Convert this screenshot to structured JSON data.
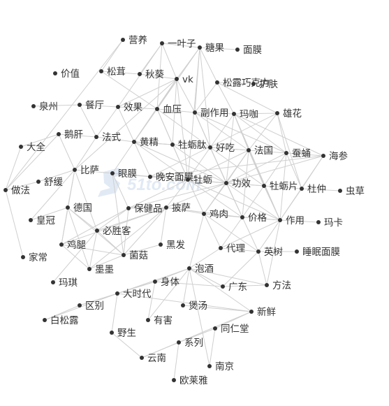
{
  "colors": {
    "edge": "#cfcfcf",
    "node": "#333333",
    "label": "#333333",
    "watermark": "#c9d9ec"
  },
  "watermark": {
    "text": "51to.com",
    "icon": "watermark-logo-icon"
  },
  "nodes": [
    {
      "id": "yingyang",
      "label": "营养"
    },
    {
      "id": "yiyezi",
      "label": "一叶子"
    },
    {
      "id": "tangguo",
      "label": "糖果"
    },
    {
      "id": "mianmo",
      "label": "面膜"
    },
    {
      "id": "jiazhi",
      "label": "价值"
    },
    {
      "id": "songrong",
      "label": "松茸"
    },
    {
      "id": "qiukui",
      "label": "秋葵"
    },
    {
      "id": "vk",
      "label": "vk"
    },
    {
      "id": "songlu",
      "label": "松露巧克力"
    },
    {
      "id": "hufu",
      "label": "护肤"
    },
    {
      "id": "quanzhou",
      "label": "泉州"
    },
    {
      "id": "canting",
      "label": "餐厅"
    },
    {
      "id": "xiaoguo",
      "label": "效果"
    },
    {
      "id": "xueya",
      "label": "血压"
    },
    {
      "id": "fuzuoyong",
      "label": "副作用"
    },
    {
      "id": "majia",
      "label": "玛咖"
    },
    {
      "id": "xionghua",
      "label": "雄花"
    },
    {
      "id": "egan",
      "label": "鹅肝"
    },
    {
      "id": "fashi",
      "label": "法式"
    },
    {
      "id": "huangjing",
      "label": "黄精"
    },
    {
      "id": "mulitai",
      "label": "牡蛎肽"
    },
    {
      "id": "haochi",
      "label": "好吃"
    },
    {
      "id": "faguo",
      "label": "法国"
    },
    {
      "id": "canyong",
      "label": "蚕蛹"
    },
    {
      "id": "haishen",
      "label": "海参"
    },
    {
      "id": "daquan",
      "label": "大全"
    },
    {
      "id": "bisa",
      "label": "比萨"
    },
    {
      "id": "yanmo",
      "label": "眼膜"
    },
    {
      "id": "wananmianmo",
      "label": "晚安面膜"
    },
    {
      "id": "muli",
      "label": "牡蛎"
    },
    {
      "id": "gongxiao",
      "label": "功效"
    },
    {
      "id": "mulipian",
      "label": "牡蛎片"
    },
    {
      "id": "duzhong",
      "label": "杜仲"
    },
    {
      "id": "chongcao",
      "label": "虫草"
    },
    {
      "id": "zuofa",
      "label": "做法"
    },
    {
      "id": "shuhuan",
      "label": "舒缓"
    },
    {
      "id": "deguo",
      "label": "德国"
    },
    {
      "id": "baojianpin",
      "label": "保健品"
    },
    {
      "id": "pisa",
      "label": "披萨"
    },
    {
      "id": "jirou",
      "label": "鸡肉"
    },
    {
      "id": "jiage",
      "label": "价格"
    },
    {
      "id": "zuoyong",
      "label": "作用"
    },
    {
      "id": "maka",
      "label": "玛卡"
    },
    {
      "id": "huangguan",
      "label": "皇冠"
    },
    {
      "id": "bishengke",
      "label": "必胜客"
    },
    {
      "id": "heifa",
      "label": "黑发"
    },
    {
      "id": "daili",
      "label": "代理"
    },
    {
      "id": "yingshu",
      "label": "英树"
    },
    {
      "id": "shuimianmianmo",
      "label": "睡眠面膜"
    },
    {
      "id": "jitui",
      "label": "鸡腿"
    },
    {
      "id": "jiachang",
      "label": "家常"
    },
    {
      "id": "jungu",
      "label": "菌菇"
    },
    {
      "id": "momo",
      "label": "墨墨"
    },
    {
      "id": "paojiu",
      "label": "泡酒"
    },
    {
      "id": "maqi",
      "label": "玛琪"
    },
    {
      "id": "shenti",
      "label": "身体"
    },
    {
      "id": "guangdong",
      "label": "广东"
    },
    {
      "id": "fangfa",
      "label": "方法"
    },
    {
      "id": "dashidai",
      "label": "大时代"
    },
    {
      "id": "qubie",
      "label": "区别"
    },
    {
      "id": "baotang",
      "label": "煲汤"
    },
    {
      "id": "xinxian",
      "label": "新鲜"
    },
    {
      "id": "baisonglu",
      "label": "白松露"
    },
    {
      "id": "youhai",
      "label": "有害"
    },
    {
      "id": "yesheng",
      "label": "野生"
    },
    {
      "id": "tongrentang",
      "label": "同仁堂"
    },
    {
      "id": "xilie",
      "label": "系列"
    },
    {
      "id": "yunnan",
      "label": "云南"
    },
    {
      "id": "nanjing",
      "label": "南京"
    },
    {
      "id": "oulaiya",
      "label": "欧莱雅"
    }
  ],
  "edges": [
    [
      "yingyang",
      "zuofa"
    ],
    [
      "yingyang",
      "songrong"
    ],
    [
      "yiyezi",
      "tangguo"
    ],
    [
      "yiyezi",
      "vk"
    ],
    [
      "yiyezi",
      "xueya"
    ],
    [
      "yiyezi",
      "xiaoguo"
    ],
    [
      "yiyezi",
      "qiukui"
    ],
    [
      "tangguo",
      "vk"
    ],
    [
      "tangguo",
      "songlu"
    ],
    [
      "tangguo",
      "fuzuoyong"
    ],
    [
      "tangguo",
      "xueya"
    ],
    [
      "tangguo",
      "haochi"
    ],
    [
      "tangguo",
      "muli"
    ],
    [
      "tangguo",
      "mianmo"
    ],
    [
      "songrong",
      "xueya"
    ],
    [
      "songrong",
      "qiukui"
    ],
    [
      "qiukui",
      "vk"
    ],
    [
      "vk",
      "xueya"
    ],
    [
      "vk",
      "xiaoguo"
    ],
    [
      "vk",
      "huangjing"
    ],
    [
      "vk",
      "mulitai"
    ],
    [
      "vk",
      "muli"
    ],
    [
      "vk",
      "fuzuoyong"
    ],
    [
      "vk",
      "bisa"
    ],
    [
      "vk",
      "yanmo"
    ],
    [
      "songlu",
      "hufu"
    ],
    [
      "songlu",
      "fuzuoyong"
    ],
    [
      "songlu",
      "majia"
    ],
    [
      "songlu",
      "xionghua"
    ],
    [
      "canting",
      "xiaoguo"
    ],
    [
      "canting",
      "quanzhou"
    ],
    [
      "canting",
      "fashi"
    ],
    [
      "xiaoguo",
      "xueya"
    ],
    [
      "xiaoguo",
      "huangjing"
    ],
    [
      "xiaoguo",
      "fashi"
    ],
    [
      "xueya",
      "fuzuoyong"
    ],
    [
      "xueya",
      "mulitai"
    ],
    [
      "xueya",
      "muli"
    ],
    [
      "xueya",
      "haochi"
    ],
    [
      "xueya",
      "huangjing"
    ],
    [
      "fuzuoyong",
      "majia"
    ],
    [
      "fuzuoyong",
      "haochi"
    ],
    [
      "fuzuoyong",
      "gongxiao"
    ],
    [
      "fuzuoyong",
      "faguo"
    ],
    [
      "fuzuoyong",
      "canyong"
    ],
    [
      "majia",
      "faguo"
    ],
    [
      "majia",
      "canyong"
    ],
    [
      "majia",
      "xionghua"
    ],
    [
      "majia",
      "haishen"
    ],
    [
      "majia",
      "mulipian"
    ],
    [
      "majia",
      "zuoyong"
    ],
    [
      "majia",
      "gongxiao"
    ],
    [
      "majia",
      "haochi"
    ],
    [
      "xionghua",
      "canyong"
    ],
    [
      "xionghua",
      "faguo"
    ],
    [
      "xionghua",
      "duzhong"
    ],
    [
      "egan",
      "fashi"
    ],
    [
      "egan",
      "daquan"
    ],
    [
      "egan",
      "zuofa"
    ],
    [
      "egan",
      "bisa"
    ],
    [
      "fashi",
      "bisa"
    ],
    [
      "fashi",
      "huangjing"
    ],
    [
      "huangjing",
      "wananmianmo"
    ],
    [
      "huangjing",
      "muli"
    ],
    [
      "huangjing",
      "mulitai"
    ],
    [
      "huangjing",
      "gongxiao"
    ],
    [
      "huangjing",
      "haochi"
    ],
    [
      "huangjing",
      "faguo"
    ],
    [
      "mulitai",
      "haochi"
    ],
    [
      "mulitai",
      "muli"
    ],
    [
      "mulitai",
      "gongxiao"
    ],
    [
      "haochi",
      "gongxiao"
    ],
    [
      "haochi",
      "faguo"
    ],
    [
      "haochi",
      "muli"
    ],
    [
      "haochi",
      "mulipian"
    ],
    [
      "haochi",
      "jiage"
    ],
    [
      "faguo",
      "canyong"
    ],
    [
      "faguo",
      "gongxiao"
    ],
    [
      "faguo",
      "mulipian"
    ],
    [
      "faguo",
      "zuoyong"
    ],
    [
      "faguo",
      "jiage"
    ],
    [
      "faguo",
      "jirou"
    ],
    [
      "faguo",
      "muli"
    ],
    [
      "canyong",
      "haishen"
    ],
    [
      "canyong",
      "gongxiao"
    ],
    [
      "canyong",
      "mulipian"
    ],
    [
      "canyong",
      "duzhong"
    ],
    [
      "canyong",
      "zuoyong"
    ],
    [
      "haishen",
      "duzhong"
    ],
    [
      "haishen",
      "zuoyong"
    ],
    [
      "haishen",
      "gongxiao"
    ],
    [
      "haishen",
      "wananmianmo"
    ],
    [
      "daquan",
      "zuofa"
    ],
    [
      "bisa",
      "deguo"
    ],
    [
      "bisa",
      "shuhuan"
    ],
    [
      "bisa",
      "jitui"
    ],
    [
      "bisa",
      "bishengke"
    ],
    [
      "bisa",
      "yanmo"
    ],
    [
      "bisa",
      "huangguan"
    ],
    [
      "yanmo",
      "muli"
    ],
    [
      "yanmo",
      "wananmianmo"
    ],
    [
      "yanmo",
      "jungu"
    ],
    [
      "yanmo",
      "baojianpin"
    ],
    [
      "wananmianmo",
      "muli"
    ],
    [
      "wananmianmo",
      "gongxiao"
    ],
    [
      "wananmianmo",
      "mulipian"
    ],
    [
      "wananmianmo",
      "xionghua"
    ],
    [
      "muli",
      "gongxiao"
    ],
    [
      "muli",
      "jirou"
    ],
    [
      "muli",
      "pisa"
    ],
    [
      "muli",
      "jiage"
    ],
    [
      "muli",
      "zuoyong"
    ],
    [
      "muli",
      "baojianpin"
    ],
    [
      "gongxiao",
      "mulipian"
    ],
    [
      "gongxiao",
      "jiage"
    ],
    [
      "gongxiao",
      "zuoyong"
    ],
    [
      "gongxiao",
      "jirou"
    ],
    [
      "gongxiao",
      "pisa"
    ],
    [
      "gongxiao",
      "baojianpin"
    ],
    [
      "mulipian",
      "duzhong"
    ],
    [
      "mulipian",
      "zuoyong"
    ],
    [
      "mulipian",
      "jiage"
    ],
    [
      "duzhong",
      "chongcao"
    ],
    [
      "duzhong",
      "zuoyong"
    ],
    [
      "zuofa",
      "shuhuan"
    ],
    [
      "zuofa",
      "jiachang"
    ],
    [
      "deguo",
      "jitui"
    ],
    [
      "deguo",
      "huangguan"
    ],
    [
      "deguo",
      "bishengke"
    ],
    [
      "deguo",
      "momo"
    ],
    [
      "deguo",
      "jungu"
    ],
    [
      "baojianpin",
      "pisa"
    ],
    [
      "baojianpin",
      "bishengke"
    ],
    [
      "baojianpin",
      "jitui"
    ],
    [
      "baojianpin",
      "jungu"
    ],
    [
      "pisa",
      "jirou"
    ],
    [
      "pisa",
      "bishengke"
    ],
    [
      "pisa",
      "jungu"
    ],
    [
      "pisa",
      "momo"
    ],
    [
      "pisa",
      "jitui"
    ],
    [
      "pisa",
      "heifa"
    ],
    [
      "pisa",
      "jiage"
    ],
    [
      "jirou",
      "jiage"
    ],
    [
      "jirou",
      "paojiu"
    ],
    [
      "jirou",
      "daili"
    ],
    [
      "jirou",
      "yingshu"
    ],
    [
      "jirou",
      "zuoyong"
    ],
    [
      "jiage",
      "zuoyong"
    ],
    [
      "jiage",
      "daili"
    ],
    [
      "jiage",
      "yingshu"
    ],
    [
      "zuoyong",
      "maka"
    ],
    [
      "zuoyong",
      "yingshu"
    ],
    [
      "zuoyong",
      "fangfa"
    ],
    [
      "zuoyong",
      "daili"
    ],
    [
      "daili",
      "yingshu"
    ],
    [
      "daili",
      "paojiu"
    ],
    [
      "yingshu",
      "shuimianmianmo"
    ],
    [
      "yingshu",
      "guangdong"
    ],
    [
      "yingshu",
      "fangfa"
    ],
    [
      "jitui",
      "momo"
    ],
    [
      "jitui",
      "jungu"
    ],
    [
      "bishengke",
      "momo"
    ],
    [
      "bishengke",
      "jungu"
    ],
    [
      "bishengke",
      "maqi"
    ],
    [
      "jungu",
      "momo"
    ],
    [
      "jungu",
      "heifa"
    ],
    [
      "paojiu",
      "shenti"
    ],
    [
      "paojiu",
      "guangdong"
    ],
    [
      "paojiu",
      "xinxian"
    ],
    [
      "paojiu",
      "fangfa"
    ],
    [
      "paojiu",
      "dashidai"
    ],
    [
      "paojiu",
      "baotang"
    ],
    [
      "paojiu",
      "youhai"
    ],
    [
      "shenti",
      "dashidai"
    ],
    [
      "shenti",
      "guangdong"
    ],
    [
      "shenti",
      "youhai"
    ],
    [
      "guangdong",
      "fangfa"
    ],
    [
      "dashidai",
      "qubie"
    ],
    [
      "dashidai",
      "baisonglu"
    ],
    [
      "dashidai",
      "yesheng"
    ],
    [
      "dashidai",
      "xinxian"
    ],
    [
      "qubie",
      "baisonglu"
    ],
    [
      "baotang",
      "xinxian"
    ],
    [
      "xinxian",
      "tongrentang"
    ],
    [
      "xinxian",
      "yunnan"
    ],
    [
      "tongrentang",
      "xilie"
    ],
    [
      "tongrentang",
      "nanjing"
    ],
    [
      "xilie",
      "yunnan"
    ],
    [
      "xilie",
      "oulaiya"
    ],
    [
      "yesheng",
      "yunnan"
    ],
    [
      "paojiu",
      "nanjing"
    ],
    [
      "shenti",
      "qubie"
    ]
  ]
}
